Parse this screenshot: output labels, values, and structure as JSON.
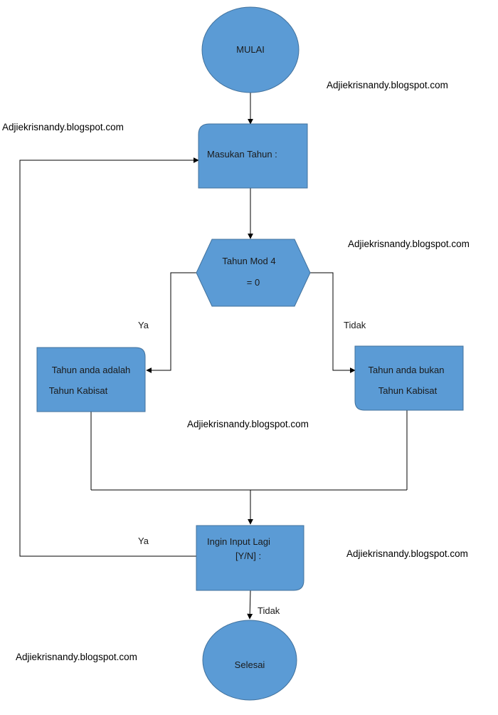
{
  "nodes": {
    "start": "MULAI",
    "input_year": "Masukan Tahun :",
    "decision_line1": "Tahun Mod 4",
    "decision_line2": "= 0",
    "leap_line1": "Tahun anda adalah",
    "leap_line2": "Tahun Kabisat",
    "notleap_line1": "Tahun anda bukan",
    "notleap_line2": "Tahun Kabisat",
    "repeat_line1": "Ingin Input Lagi",
    "repeat_line2": "[Y/N] :",
    "end": "Selesai"
  },
  "edges": {
    "decision_yes": "Ya",
    "decision_no": "Tidak",
    "repeat_yes": "Ya",
    "repeat_no": "Tidak"
  },
  "watermarks": [
    "Adjiekrisnandy.blogspot.com",
    "Adjiekrisnandy.blogspot.com",
    "Adjiekrisnandy.blogspot.com",
    "Adjiekrisnandy.blogspot.com",
    "Adjiekrisnandy.blogspot.com",
    "Adjiekrisnandy.blogspot.com"
  ],
  "colors": {
    "shape_fill": "#5b9bd5",
    "shape_stroke": "#41719c",
    "line": "#000000"
  }
}
